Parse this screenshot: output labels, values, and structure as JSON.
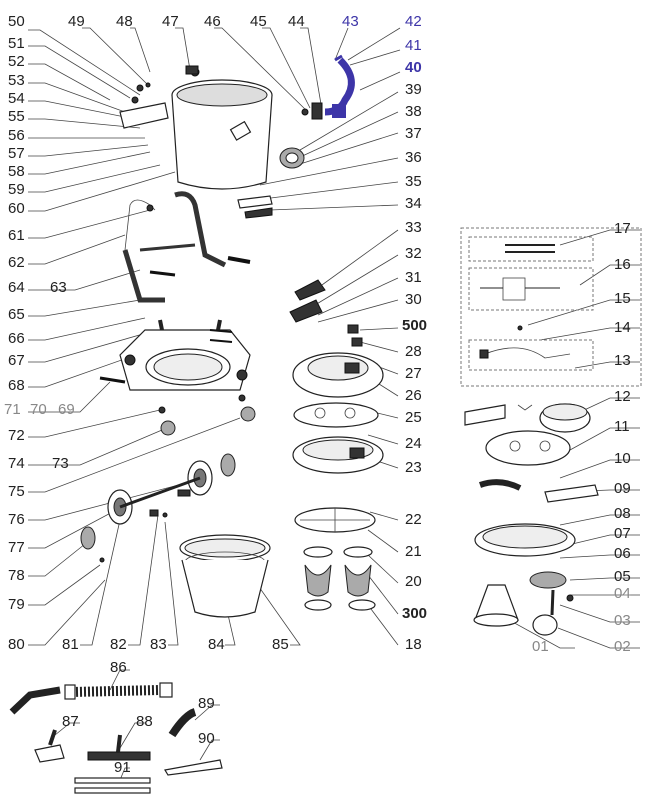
{
  "diagram": {
    "labels": {
      "50": "50",
      "49": "49",
      "48": "48",
      "47": "47",
      "46": "46",
      "45": "45",
      "44": "44",
      "43": "43",
      "42": "42",
      "41": "41",
      "40": "40",
      "51": "51",
      "52": "52",
      "53": "53",
      "54": "54",
      "55": "55",
      "56": "56",
      "57": "57",
      "58": "58",
      "59": "59",
      "60": "60",
      "61": "61",
      "39": "39",
      "38": "38",
      "37": "37",
      "36": "36",
      "35": "35",
      "34": "34",
      "33": "33",
      "32": "32",
      "31": "31",
      "30": "30",
      "500": "500",
      "28": "28",
      "27": "27",
      "26": "26",
      "25": "25",
      "24": "24",
      "23": "23",
      "22": "22",
      "21": "21",
      "20": "20",
      "300": "300",
      "18": "18",
      "62": "62",
      "64": "64",
      "63": "63",
      "65": "65",
      "66": "66",
      "67": "67",
      "68": "68",
      "71": "71",
      "70": "70",
      "69": "69",
      "72": "72",
      "74": "74",
      "73": "73",
      "75": "75",
      "76": "76",
      "77": "77",
      "78": "78",
      "79": "79",
      "80": "80",
      "81": "81",
      "82": "82",
      "83": "83",
      "84": "84",
      "85": "85",
      "86": "86",
      "87": "87",
      "88": "88",
      "89": "89",
      "90": "90",
      "91": "91",
      "17": "17",
      "16": "16",
      "15": "15",
      "14": "14",
      "13": "13",
      "12": "12",
      "11": "11",
      "10": "10",
      "09": "09",
      "08": "08",
      "07": "07",
      "06": "06",
      "05": "05",
      "04": "04",
      "03": "03",
      "02": "02",
      "01": "01"
    },
    "colors": {
      "accent": "#3d35a8",
      "line": "#444444",
      "part_fill": "#ffffff",
      "dark_part": "#333333"
    }
  }
}
